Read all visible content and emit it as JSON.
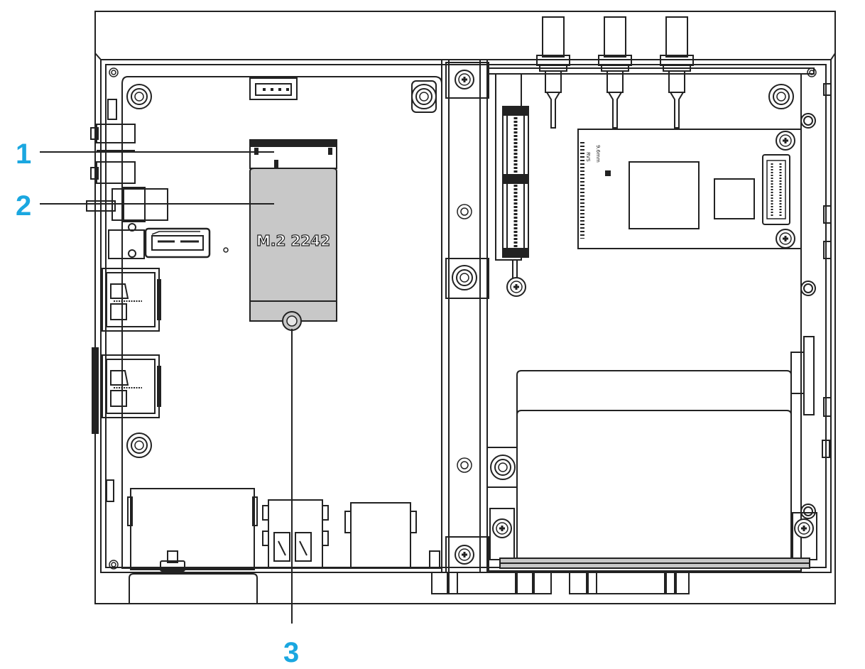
{
  "diagram": {
    "module_label": "M.2 2242",
    "minicard_text_a": "RVS",
    "minicard_text_b": "9.6mm",
    "accent_color": "#1aa7e0",
    "line_color": "#222222",
    "fill_gray": "#c8c8c8"
  },
  "callouts": [
    {
      "number": "1",
      "target": "M.2 slot connector"
    },
    {
      "number": "2",
      "target": "M.2 2242 module"
    },
    {
      "number": "3",
      "target": "Mounting screw"
    }
  ]
}
